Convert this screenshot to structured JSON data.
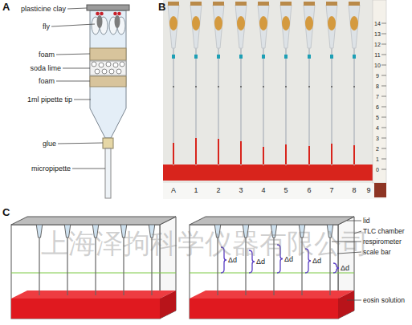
{
  "diagram": {
    "nodes": [
      {
        "text": [
          "A"
        ]
      },
      {
        "text": [
          "B"
        ]
      },
      {
        "text": [
          "C"
        ]
      }
    ],
    "labels": [
      "plasticine clay",
      "fly",
      "foam",
      "soda lime",
      "foam",
      "1ml pipette tip",
      "glue",
      "micropipette",
      "14",
      "13",
      "12",
      "11",
      "10",
      "9",
      "8",
      "7",
      "6",
      "5",
      "4",
      "3",
      "2",
      "1",
      "0",
      "A",
      "1",
      "2",
      "3",
      "4",
      "5",
      "6",
      "7",
      "8",
      "9",
      "lid",
      "TLC chamber",
      "respirometer",
      "scale bar",
      "eosin solution",
      "Δd",
      "Δd",
      "Δd",
      "Δd",
      "Δd",
      "上海泽拘科学仪器有限公司"
    ]
  }
}
